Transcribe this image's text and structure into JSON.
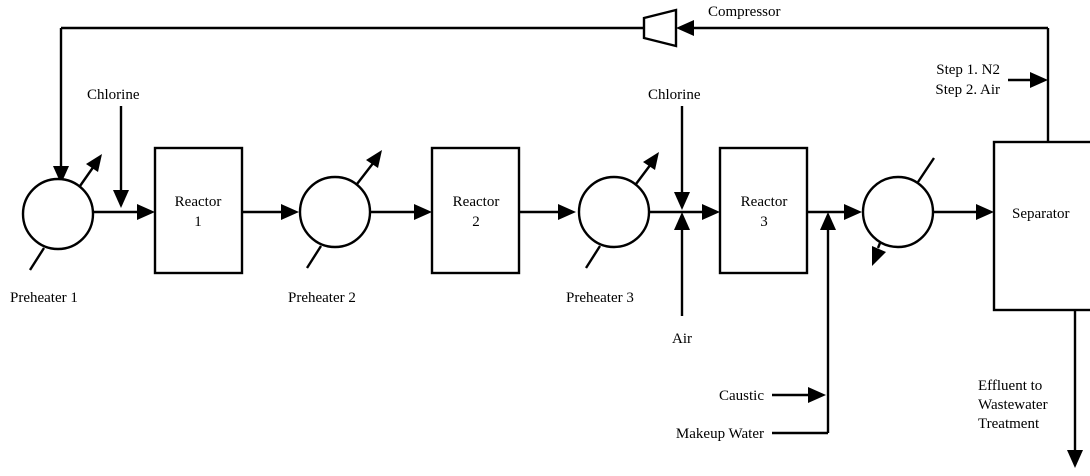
{
  "units": {
    "reactor_1": [
      "Reactor",
      "1"
    ],
    "reactor_2": [
      "Reactor",
      "2"
    ],
    "reactor_3": [
      "Reactor",
      "3"
    ],
    "separator": "Separator",
    "compressor": "Compressor"
  },
  "labels": {
    "preheater_1": "Preheater 1",
    "preheater_2": "Preheater 2",
    "preheater_3": "Preheater 3",
    "chlorine_1": "Chlorine",
    "chlorine_2": "Chlorine",
    "air": "Air",
    "caustic": "Caustic",
    "makeup_water": "Makeup Water",
    "step_1": "Step 1. N2",
    "step_2": "Step 2. Air",
    "effluent": [
      "Effluent to",
      "Wastewater",
      "Treatment"
    ]
  }
}
